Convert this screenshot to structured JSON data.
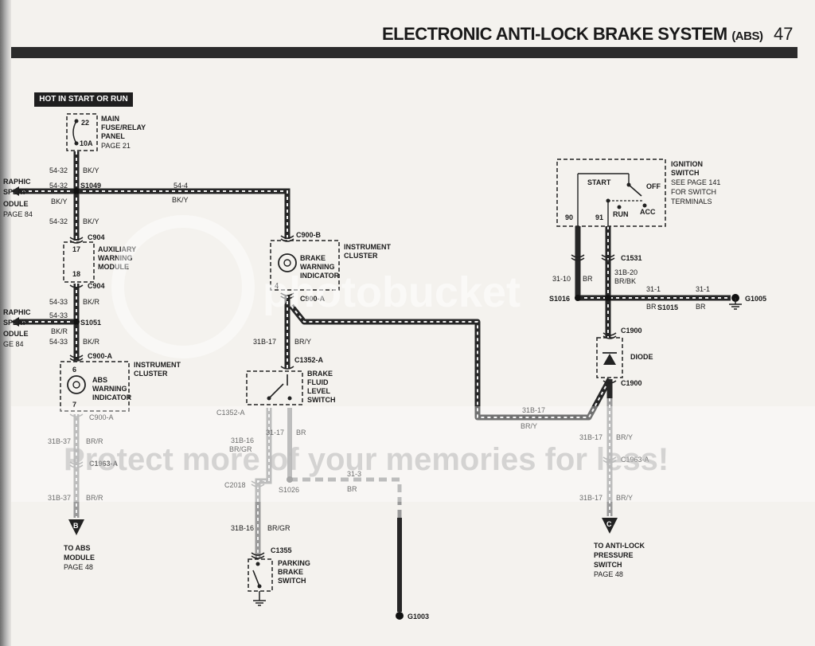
{
  "header": {
    "title": "ELECTRONIC ANTI-LOCK BRAKE SYSTEM",
    "title_suffix": "(ABS)",
    "page_number": "47"
  },
  "power_source": {
    "label": "HOT IN START OR RUN"
  },
  "fuse_panel": {
    "fuse_number": "22",
    "fuse_rating": "10A",
    "name_line1": "MAIN",
    "name_line2": "FUSE/RELAY",
    "name_line3": "PANEL",
    "page_ref": "PAGE 21"
  },
  "left_edge": {
    "module_top": [
      "RAPHIC",
      "SPLAY",
      "ODULE",
      "PAGE 84"
    ],
    "module_bottom": [
      "RAPHIC",
      "SPLAY",
      "ODULE",
      "GE 84"
    ]
  },
  "splices": {
    "s1049": "S1049",
    "s1051": "S1051",
    "s1016": "S1016",
    "s1015": "S1015",
    "s1026": "S1026"
  },
  "connectors": {
    "c904_top": "C904",
    "c904_bottom": "C904",
    "c900a_left": "C900-A",
    "c900a_left_bottom": "C900-A",
    "c900b": "C900-B",
    "c900a_mid": "C900-A",
    "c1352a": "C1352-A",
    "c1352a_left": "C1352-A",
    "c2018": "C2018",
    "c1355": "C1355",
    "c1963a_left": "C1963-A",
    "c1963a_right": "C1963-A",
    "c1531": "C1531",
    "c1900_top": "C1900",
    "c1900_bottom": "C1900"
  },
  "wires": {
    "w54_32_a": {
      "circuit": "54-32",
      "color": "BK/Y"
    },
    "w54_32_b": {
      "circuit": "54-32",
      "color": "BK/Y"
    },
    "w54_32_c": {
      "circuit": "54-32",
      "color": "BK/Y"
    },
    "w54_4": {
      "circuit": "54-4",
      "color": "BK/Y"
    },
    "w54_33_a": {
      "circuit": "54-33",
      "color": "BK/R"
    },
    "w54_33_b": {
      "circuit": "54-33",
      "color": "BK/R"
    },
    "w54_33_c": {
      "circuit": "54-33",
      "color": "BK/R"
    },
    "w31b37_a": {
      "circuit": "31B-37",
      "color": "BR/R"
    },
    "w31b37_b": {
      "circuit": "31B-37",
      "color": "BR/R"
    },
    "w31b17_a": {
      "circuit": "31B-17",
      "color": "BR/Y"
    },
    "w31b17_b": {
      "circuit": "31B-17",
      "color": "BR/Y"
    },
    "w31b17_c": {
      "circuit": "31B-17",
      "color": "BR/Y"
    },
    "w31b17_d": {
      "circuit": "31B-17",
      "color": "BR/Y"
    },
    "w31b16_a": {
      "circuit": "31B-16",
      "color": "BR/GR"
    },
    "w31b16_b": {
      "circuit": "31B-16",
      "color": "BR/GR"
    },
    "w31_17": {
      "circuit": "31-17",
      "color": "BR"
    },
    "w31_3": {
      "circuit": "31-3",
      "color": "BR"
    },
    "w31_10": {
      "circuit": "31-10",
      "color": "BR"
    },
    "w31b20": {
      "circuit": "31B-20",
      "color": "BR/BK"
    },
    "w31_1_a": {
      "circuit": "31-1",
      "color": "BR"
    },
    "w31_1_b": {
      "circuit": "31-1",
      "color": "BR"
    }
  },
  "components": {
    "aux_module": {
      "line1": "AUXILIARY",
      "line2": "WARNING",
      "line3": "MODULE",
      "pin_top": "17",
      "pin_bottom": "18"
    },
    "abs_indicator": {
      "line1": "ABS",
      "line2": "WARNING",
      "line3": "INDICATOR",
      "pin_top": "6",
      "pin_bottom": "7",
      "cluster_line1": "INSTRUMENT",
      "cluster_line2": "CLUSTER"
    },
    "brake_indicator": {
      "line1": "BRAKE",
      "line2": "WARNING",
      "line3": "INDICATOR",
      "pin": "4",
      "cluster_line1": "INSTRUMENT",
      "cluster_line2": "CLUSTER"
    },
    "fluid_switch": {
      "line1": "BRAKE",
      "line2": "FLUID",
      "line3": "LEVEL",
      "line4": "SWITCH"
    },
    "parking_switch": {
      "line1": "PARKING",
      "line2": "BRAKE",
      "line3": "SWITCH"
    },
    "ignition_switch": {
      "line1": "IGNITION",
      "line2": "SWITCH",
      "line3": "SEE PAGE 141",
      "line4": "FOR SWITCH",
      "line5": "TERMINALS",
      "start": "START",
      "off": "OFF",
      "run": "RUN",
      "acc": "ACC",
      "pin_90": "90",
      "pin_91": "91"
    },
    "diode": {
      "label": "DIODE"
    }
  },
  "grounds": {
    "g1003": "G1003",
    "g1005": "G1005"
  },
  "destinations": {
    "abs_module": {
      "letter": "B",
      "line1": "TO ABS",
      "line2": "MODULE",
      "line3": "PAGE 48"
    },
    "pressure_switch": {
      "letter": "C",
      "line1": "TO ANTI-LOCK",
      "line2": "PRESSURE",
      "line3": "SWITCH",
      "line4": "PAGE 48"
    }
  },
  "watermark": {
    "logo_text": "photobucket",
    "tagline": "Protect more of your memories for less!"
  },
  "colors": {
    "wire_dark": "#262626",
    "wire_light": "#9a9a9a",
    "stripe": "#f2f2f2",
    "paper": "#f4f2ee",
    "header_rule": "#2b2b2b"
  }
}
